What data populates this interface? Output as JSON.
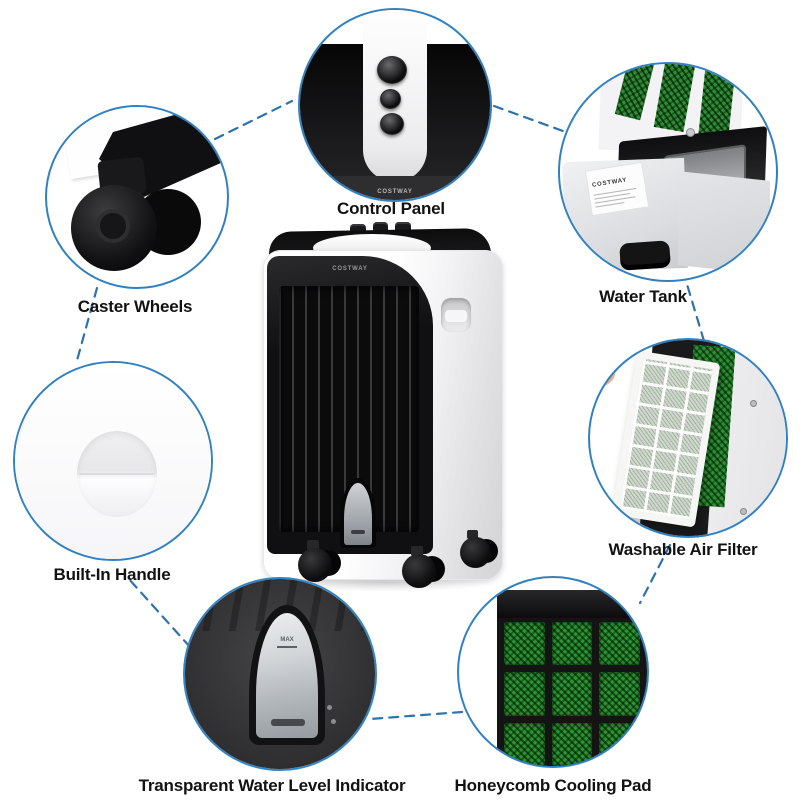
{
  "page": {
    "background": "#ffffff"
  },
  "colors": {
    "accent_blue_dash": "#2b72ae",
    "circle_border": "#3181c2",
    "honeycomb_green": "#2b9733",
    "label_text": "#121212"
  },
  "brand": {
    "name": "COSTWAY"
  },
  "callouts": {
    "control_panel": {
      "label": "Control Panel"
    },
    "water_tank": {
      "label": "Water Tank"
    },
    "caster_wheels": {
      "label": "Caster Wheels"
    },
    "built_in_handle": {
      "label": "Built-In Handle"
    },
    "washable_air_filter": {
      "label": "Washable Air Filter"
    },
    "water_level_indicator": {
      "label": "Transparent Water Level Indicator"
    },
    "honeycomb_pad": {
      "label": "Honeycomb Cooling Pad"
    }
  },
  "markings": {
    "water_level_max": "MAX"
  }
}
